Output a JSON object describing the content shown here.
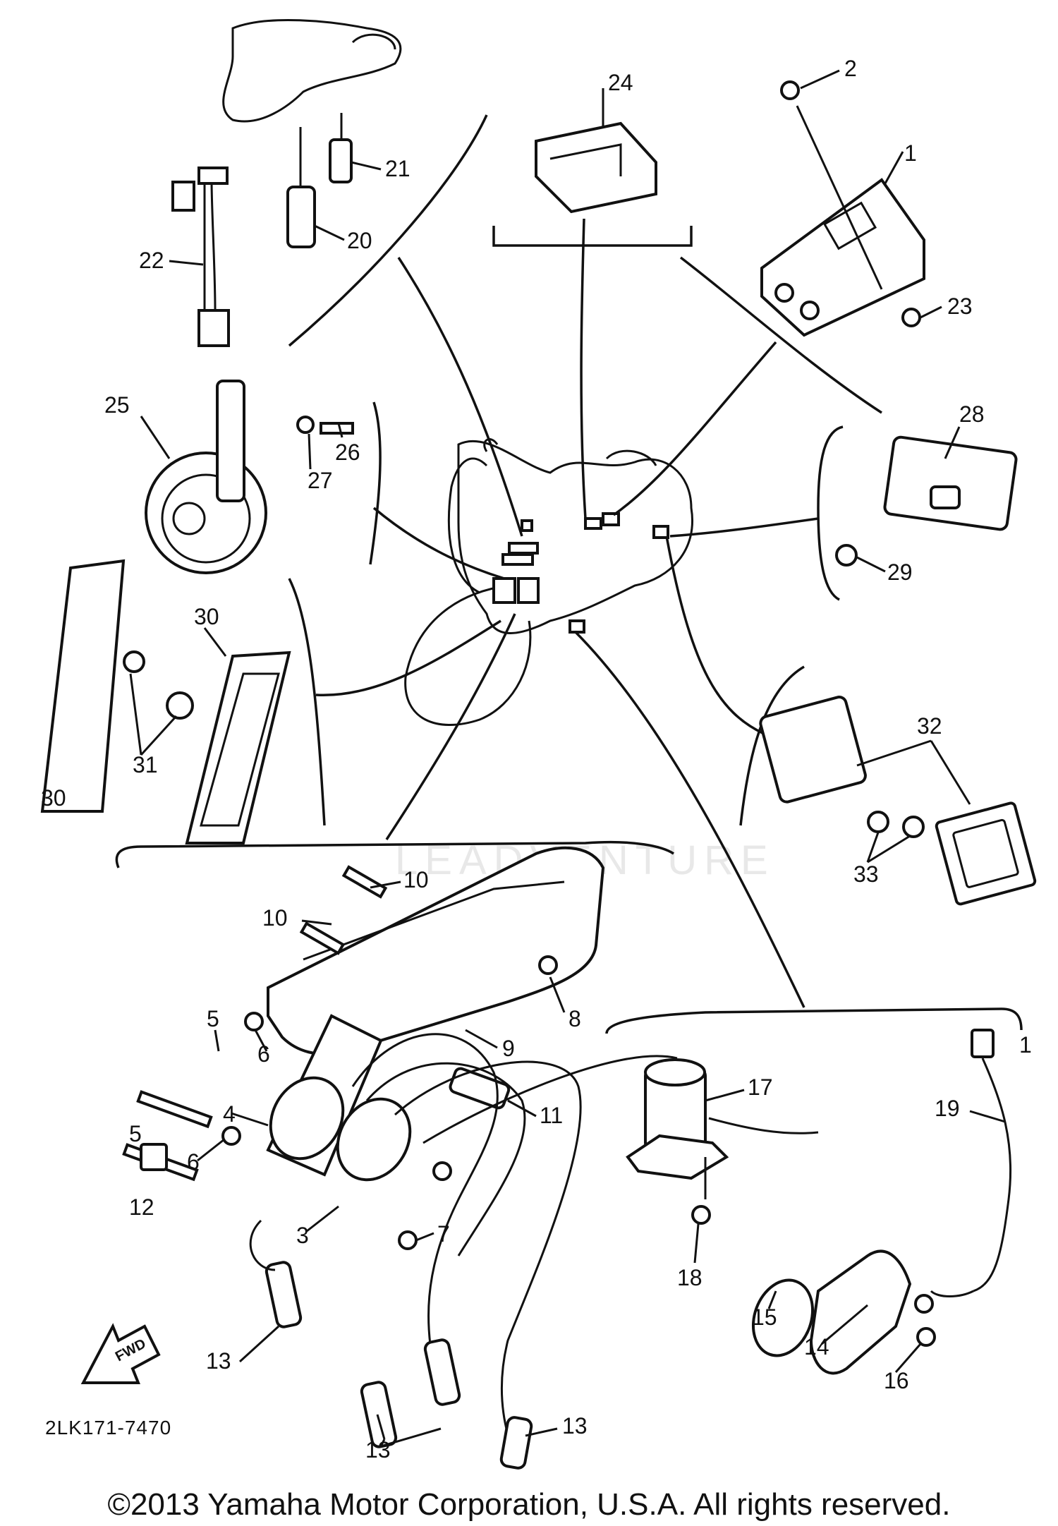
{
  "diagram": {
    "callouts": {
      "c1": "1",
      "c2": "2",
      "c3": "3",
      "c4": "4",
      "c5a": "5",
      "c5b": "5",
      "c6a": "6",
      "c6b": "6",
      "c7": "7",
      "c8": "8",
      "c9": "9",
      "c10a": "10",
      "c10b": "10",
      "c11": "11",
      "c12": "12",
      "c13a": "13",
      "c13b": "13",
      "c13c": "13",
      "c14": "14",
      "c15": "15",
      "c16": "16",
      "c17": "17",
      "c18": "18",
      "c19": "19",
      "c19b": "1",
      "c20": "20",
      "c21": "21",
      "c22": "22",
      "c23": "23",
      "c24": "24",
      "c25": "25",
      "c26": "26",
      "c27": "27",
      "c28": "28",
      "c29": "29",
      "c30a": "30",
      "c30b": "30",
      "c31": "31",
      "c32": "32",
      "c33": "33"
    },
    "figure_number": "2LK171-7470",
    "fwd_arrow_label": "FWD",
    "watermark": "LEADVENTURE",
    "copyright": "©2013 Yamaha Motor Corporation, U.S.A. All rights reserved."
  }
}
